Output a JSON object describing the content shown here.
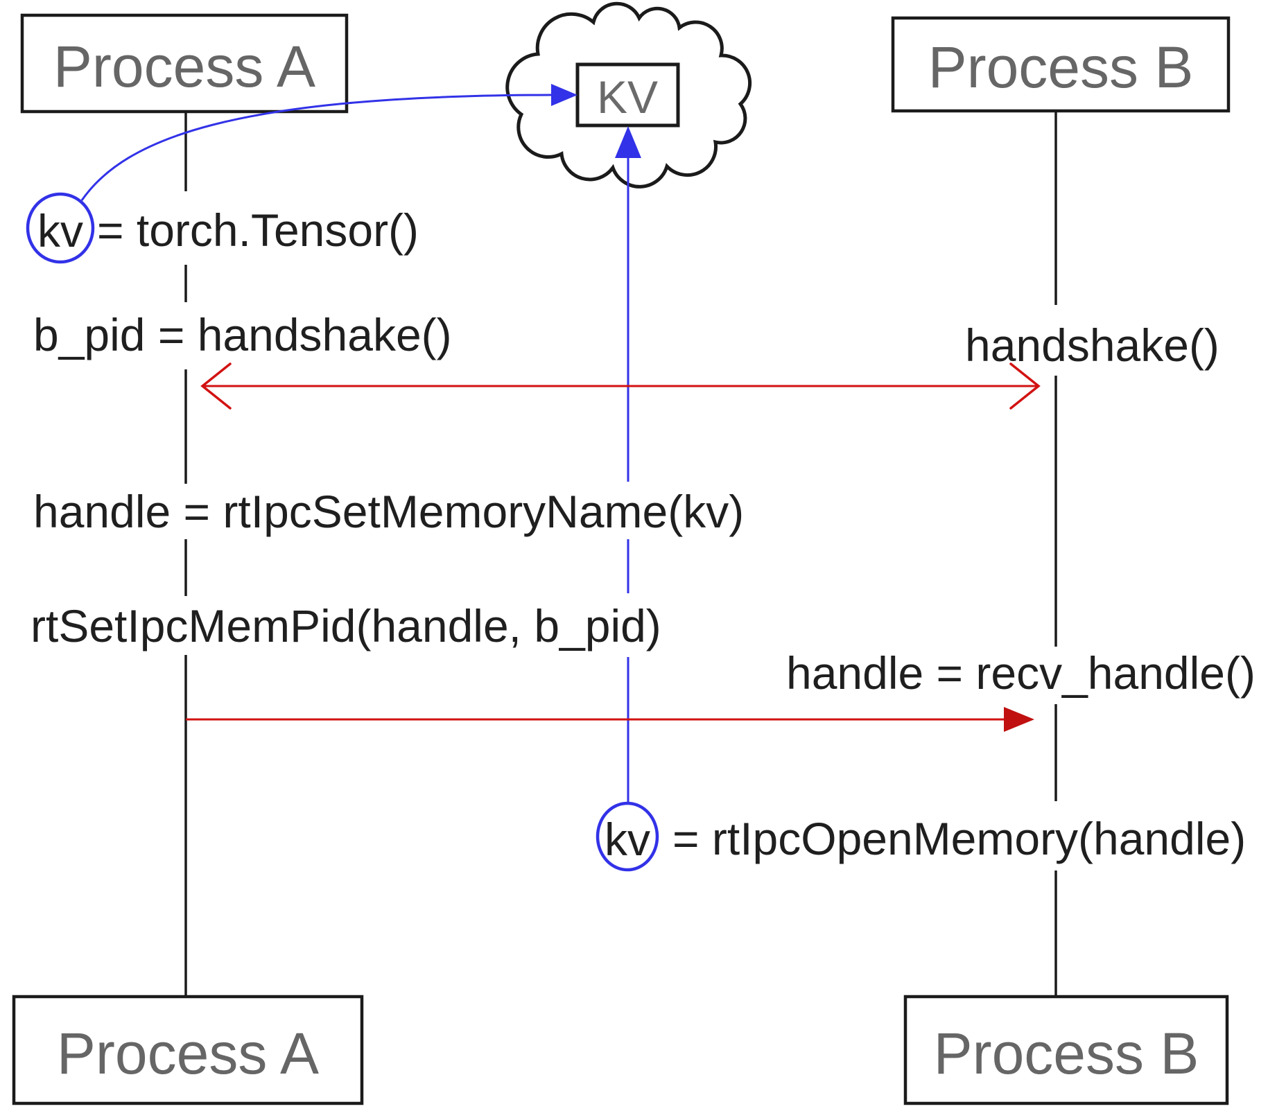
{
  "diagram": {
    "type": "sequence-diagram",
    "topic": "IPC shared tensor memory exchange between two processes via KV store"
  },
  "colors": {
    "accent_blue": "#3232e8",
    "arrow_red": "#d21212",
    "arrow_red_head": "#c01010",
    "box_text_gray": "#666666",
    "ink_black": "#1b1b1b",
    "label_ink": "#1f1f1f"
  },
  "processes": {
    "a_top_label": "Process A",
    "b_top_label": "Process B",
    "a_bottom_label": "Process A",
    "b_bottom_label": "Process B"
  },
  "kv_store": {
    "label": "KV"
  },
  "steps": {
    "kv_ref_a": "kv",
    "tensor_assign": "= torch.Tensor()",
    "bpid_handshake": "b_pid = handshake()",
    "handshake_b": "handshake()",
    "set_memory_name": "handle = rtIpcSetMemoryName(kv)",
    "set_ipc_mem_pid": "rtSetIpcMemPid(handle, b_pid)",
    "recv_handle": "handle = recv_handle()",
    "kv_ref_b": "kv",
    "open_memory": "= rtIpcOpenMemory(handle)"
  }
}
